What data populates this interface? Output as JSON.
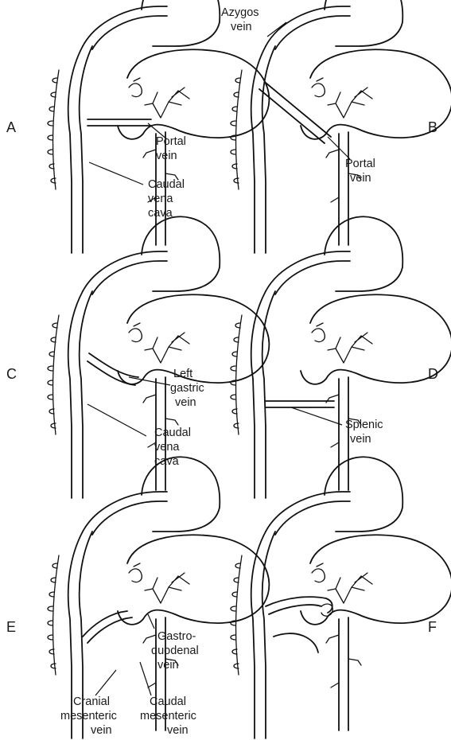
{
  "panels": [
    {
      "letter": "A",
      "labels": [
        {
          "id": "portal-vein",
          "lines": [
            "Portal",
            "vein"
          ]
        },
        {
          "id": "caudal-vena-cava",
          "lines": [
            "Caudal",
            "vena",
            "cava"
          ]
        }
      ]
    },
    {
      "letter": "B",
      "labels": [
        {
          "id": "azygos-vein",
          "lines": [
            "Azygos",
            "vein"
          ]
        },
        {
          "id": "portal-vein",
          "lines": [
            "Portal",
            "vein"
          ]
        }
      ]
    },
    {
      "letter": "C",
      "labels": [
        {
          "id": "left-gastric-vein",
          "lines": [
            "Left",
            "gastric",
            "vein"
          ]
        },
        {
          "id": "caudal-vena-cava",
          "lines": [
            "Caudal",
            "vena",
            "cava"
          ]
        }
      ]
    },
    {
      "letter": "D",
      "labels": [
        {
          "id": "splenic-vein",
          "lines": [
            "Splenic",
            "vein"
          ]
        }
      ]
    },
    {
      "letter": "E",
      "labels": [
        {
          "id": "gastroduodenal-vein",
          "lines": [
            "Gastro-",
            "duodenal",
            "vein"
          ]
        },
        {
          "id": "cranial-mesenteric-vein",
          "lines": [
            "Cranial",
            "mesenteric",
            "vein"
          ]
        },
        {
          "id": "caudal-mesenteric-vein",
          "lines": [
            "Caudal",
            "mesenteric",
            "vein"
          ]
        }
      ]
    },
    {
      "letter": "F",
      "labels": []
    }
  ]
}
